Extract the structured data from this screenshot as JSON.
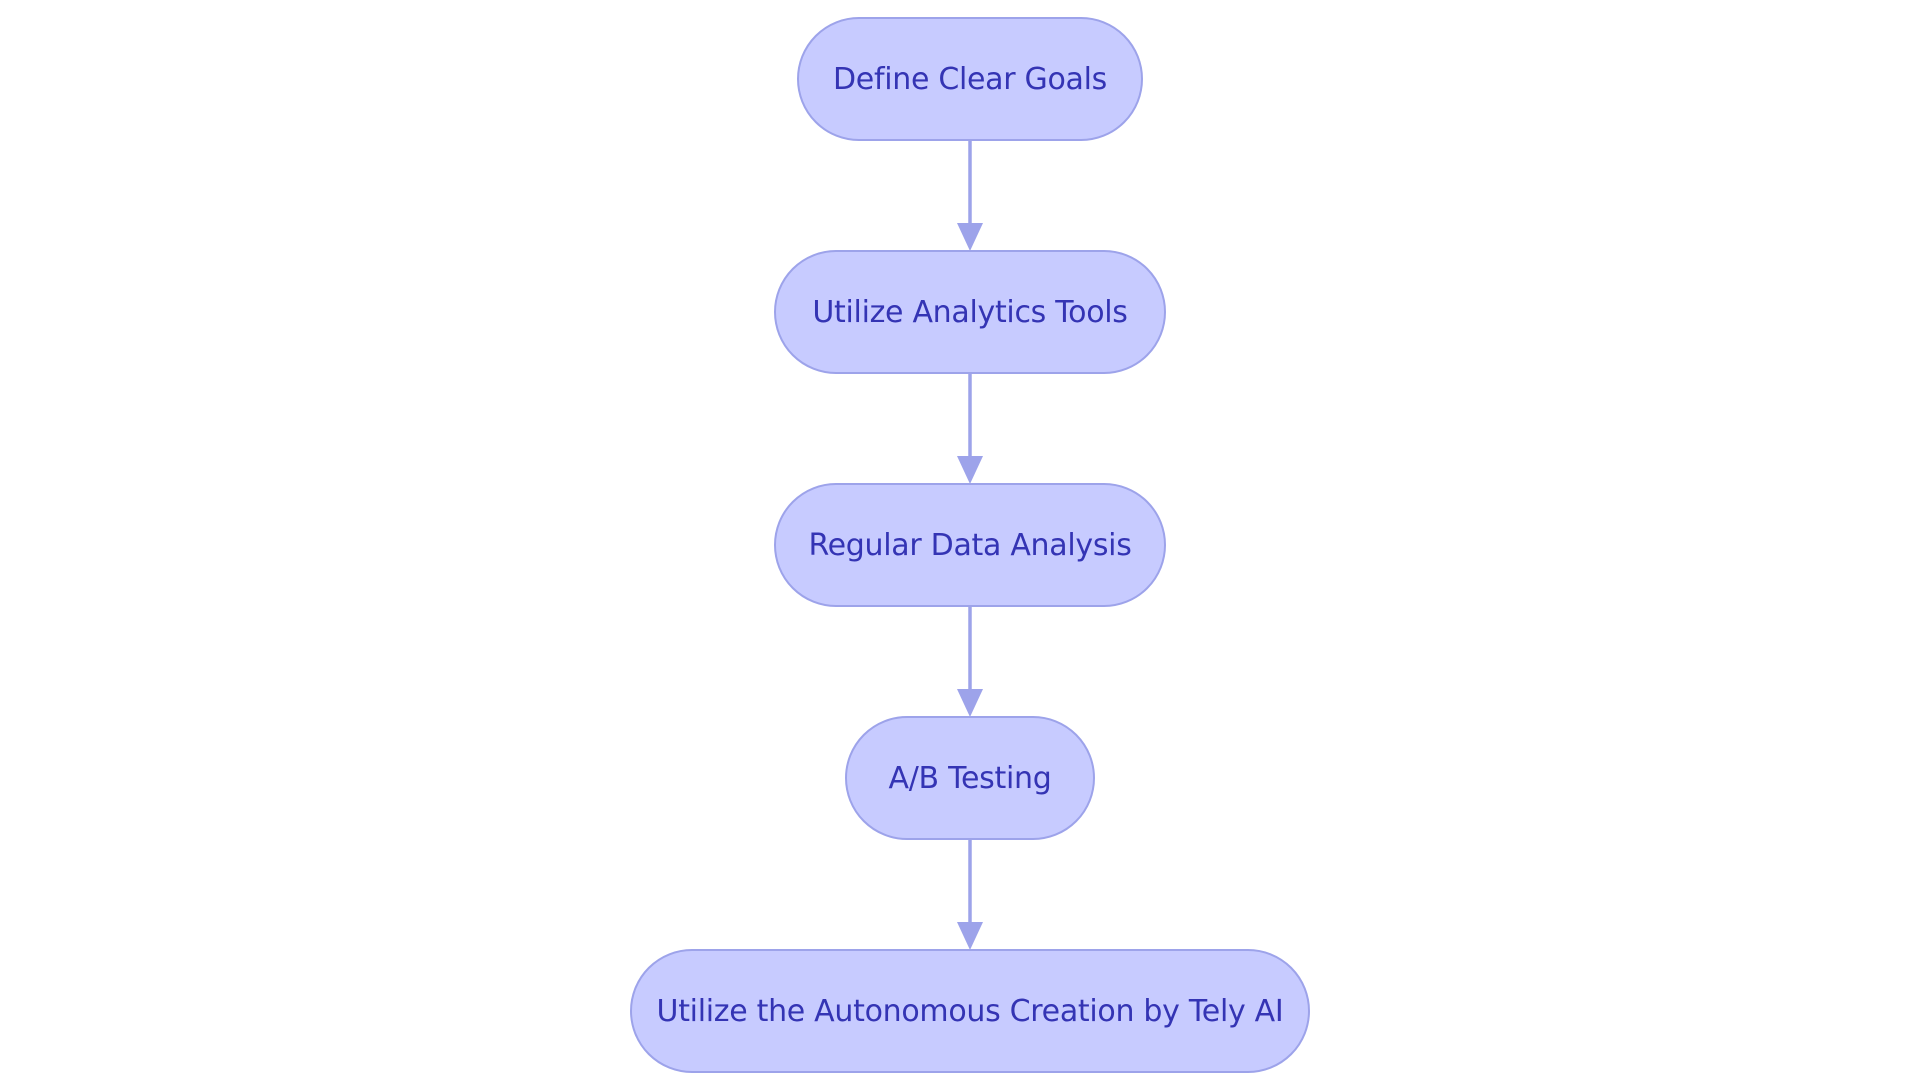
{
  "diagram": {
    "nodes": [
      {
        "id": "define-goals",
        "label": "Define Clear Goals"
      },
      {
        "id": "analytics-tools",
        "label": "Utilize Analytics Tools"
      },
      {
        "id": "data-analysis",
        "label": "Regular Data Analysis"
      },
      {
        "id": "ab-testing",
        "label": "A/B Testing"
      },
      {
        "id": "autonomous-creation",
        "label": "Utilize the Autonomous Creation by Tely AI"
      }
    ],
    "edges": [
      {
        "from": "define-goals",
        "to": "analytics-tools"
      },
      {
        "from": "analytics-tools",
        "to": "data-analysis"
      },
      {
        "from": "data-analysis",
        "to": "ab-testing"
      },
      {
        "from": "ab-testing",
        "to": "autonomous-creation"
      }
    ],
    "colors": {
      "node_fill": "#c7cbff",
      "node_border": "#9da3ea",
      "text": "#3434b4",
      "edge": "#9da3ea"
    }
  }
}
